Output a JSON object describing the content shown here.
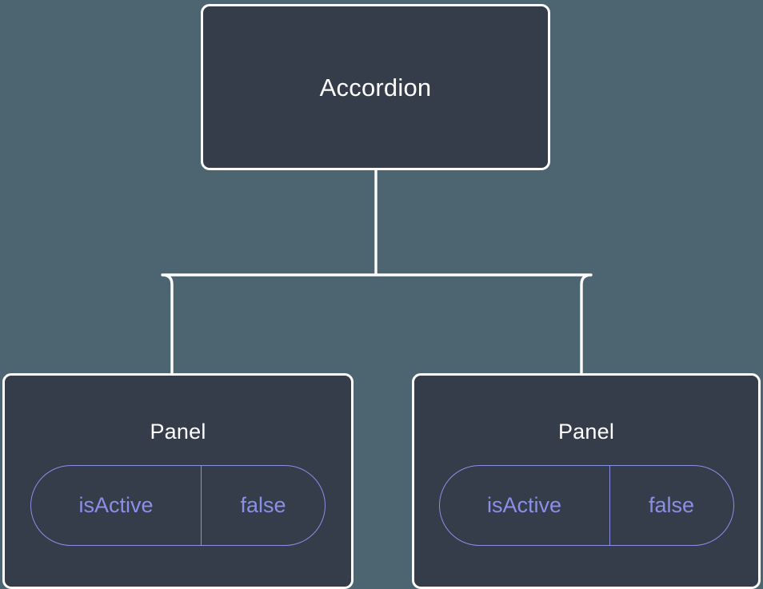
{
  "theme": {
    "canvas_background": "#4c6570",
    "node_fill": "#353c4a",
    "node_border": "#ffffff",
    "edge_color": "#ffffff",
    "node_text": "#ffffff",
    "prop_accent": "#8a8fe8"
  },
  "tree": {
    "root": {
      "label": "Accordion"
    },
    "children": [
      {
        "label": "Panel",
        "prop": {
          "key": "isActive",
          "value": "false"
        }
      },
      {
        "label": "Panel",
        "prop": {
          "key": "isActive",
          "value": "false"
        }
      }
    ]
  }
}
